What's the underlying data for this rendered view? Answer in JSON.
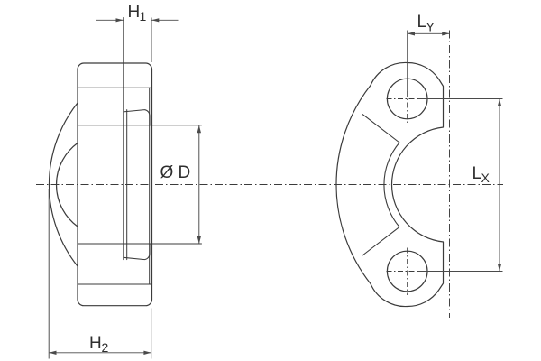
{
  "colors": {
    "background": "#ffffff",
    "line": "#3b3b3b",
    "dimension": "#4a4a4a",
    "text": "#2e2e2e"
  },
  "labels": {
    "h1": {
      "base": "H",
      "sub": "1"
    },
    "h2": {
      "base": "H",
      "sub": "2"
    },
    "diameter": {
      "text": "Ø D"
    },
    "ly": {
      "base": "L",
      "sub": "Y"
    },
    "lx": {
      "base": "L",
      "sub": "X"
    }
  }
}
